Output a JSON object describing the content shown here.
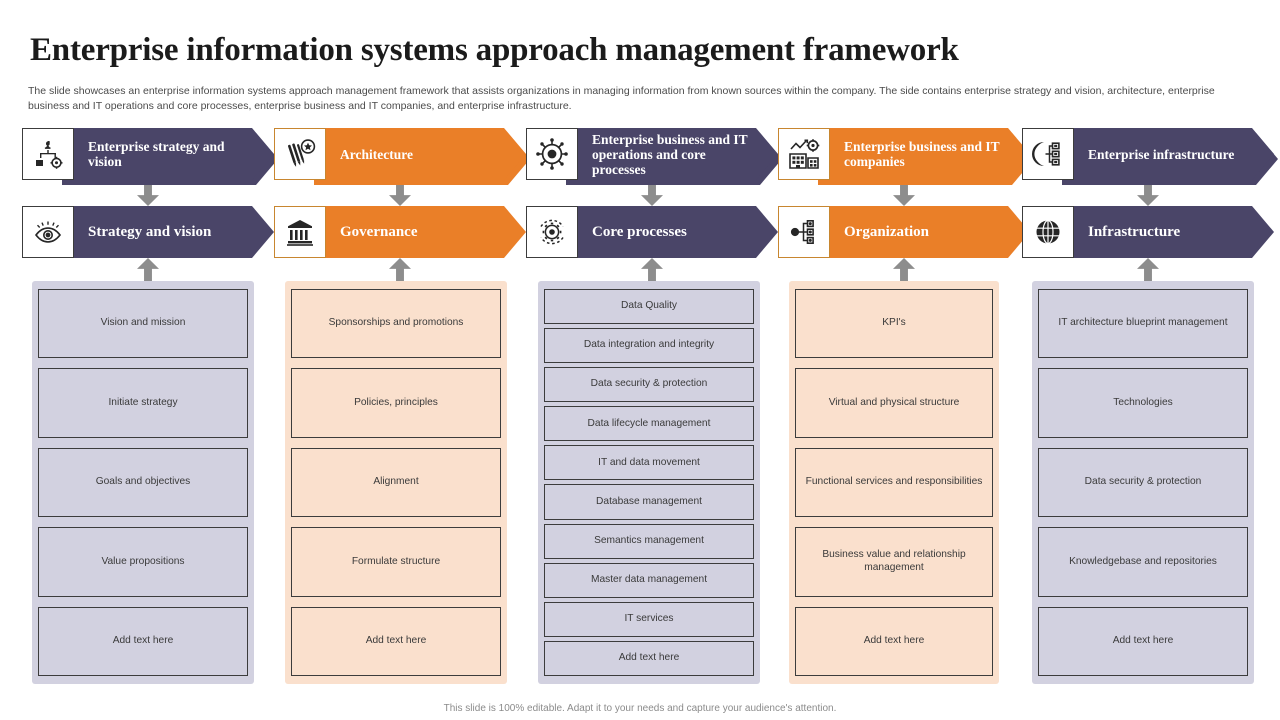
{
  "slide": {
    "title": "Enterprise information systems approach management framework",
    "subtitle": "The slide showcases an enterprise information systems approach  management framework that assists organizations in managing information from known sources within the company. The side contains enterprise strategy and vision, architecture, enterprise business and IT operations and core processes, enterprise business and IT companies, and enterprise infrastructure.",
    "footer": "This slide is 100% editable. Adapt it to your needs and capture your audience's attention."
  },
  "theme": {
    "purple": "#4a4568",
    "orange": "#ea7f28",
    "panel_purple": "#d2d1e0",
    "panel_orange": "#fae0cd",
    "connector_gray": "#8d8d8d",
    "title_color": "#1b1b1b",
    "body_text": "#4b4b4b"
  },
  "columns": [
    {
      "accent": "purple",
      "top_header": {
        "label": "Enterprise strategy and vision",
        "icon": "strategy-chess-gear-icon"
      },
      "sub_header": {
        "label": "Strategy and vision",
        "icon": "eye-vision-icon"
      },
      "connector_down": "arrow-down-icon",
      "connector_up": "arrow-up-icon",
      "items": [
        "Vision and mission",
        "Initiate strategy",
        "Goals and objectives",
        "Value propositions",
        "Add text here"
      ]
    },
    {
      "accent": "orange",
      "top_header": {
        "label": "Architecture",
        "icon": "drafting-tools-star-icon"
      },
      "sub_header": {
        "label": "Governance",
        "icon": "bank-building-icon"
      },
      "connector_down": "arrow-down-icon",
      "connector_up": "arrow-up-icon",
      "items": [
        "Sponsorships and promotions",
        "Policies, principles",
        "Alignment",
        "Formulate structure",
        "Add text here"
      ]
    },
    {
      "accent": "purple",
      "top_header": {
        "label": "Enterprise business and IT operations and core processes",
        "icon": "gear-network-icon"
      },
      "sub_header": {
        "label": "Core processes",
        "icon": "gear-circle-icon"
      },
      "connector_down": "arrow-down-icon",
      "connector_up": "arrow-up-icon",
      "items": [
        "Data Quality",
        "Data integration and integrity",
        "Data security & protection",
        "Data lifecycle management",
        "IT and data movement",
        "Database  management",
        "Semantics management",
        "Master data management",
        "IT services",
        "Add text here"
      ]
    },
    {
      "accent": "orange",
      "top_header": {
        "label": "Enterprise business and IT companies",
        "icon": "factory-chart-gear-icon"
      },
      "sub_header": {
        "label": "Organization",
        "icon": "org-chart-icon"
      },
      "connector_down": "arrow-down-icon",
      "connector_up": "arrow-up-icon",
      "items": [
        "KPI's",
        "Virtual and physical structure",
        "Functional services and responsibilities",
        "Business value and relationship management",
        "Add text here"
      ]
    },
    {
      "accent": "purple",
      "top_header": {
        "label": "Enterprise infrastructure",
        "icon": "server-rack-icon"
      },
      "sub_header": {
        "label": "Infrastructure",
        "icon": "globe-grid-icon"
      },
      "connector_down": "arrow-down-icon",
      "connector_up": "arrow-up-icon",
      "items": [
        "IT architecture blueprint management",
        "Technologies",
        "Data security & protection",
        "Knowledgebase and repositories",
        "Add text here"
      ]
    }
  ]
}
